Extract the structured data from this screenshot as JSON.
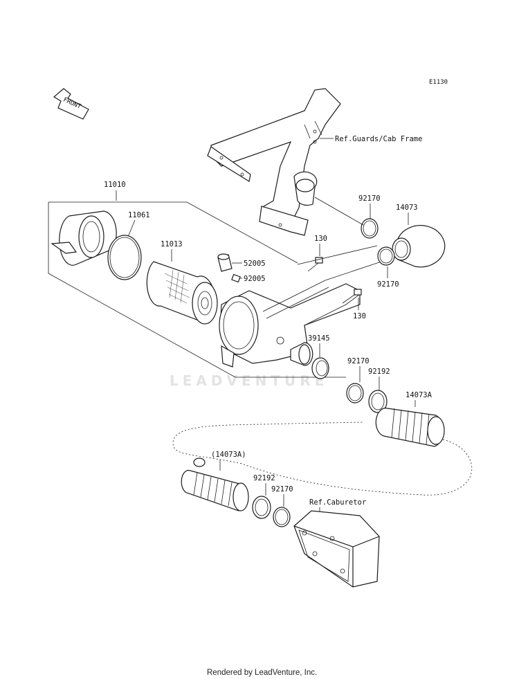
{
  "diagram_code": "E1130",
  "front_arrow": "FRONT",
  "watermark": "LEADVENTURE",
  "footer": "Rendered by LeadVenture, Inc.",
  "labels": {
    "ref_guards": "Ref.Guards/Cab Frame",
    "p11010": "11010",
    "p11061": "11061",
    "p11013": "11013",
    "p52005": "52005",
    "p92005": "92005",
    "p130a": "130",
    "p130b": "130",
    "p92170a": "92170",
    "p14073": "14073",
    "p92170b": "92170",
    "p39145": "39145",
    "p92170c": "92170",
    "p92192a": "92192",
    "p14073A": "14073A",
    "p14073A_paren": "(14073A)",
    "p92192b": "92192",
    "p92170d": "92170",
    "ref_carb": "Ref.Caburetor"
  }
}
